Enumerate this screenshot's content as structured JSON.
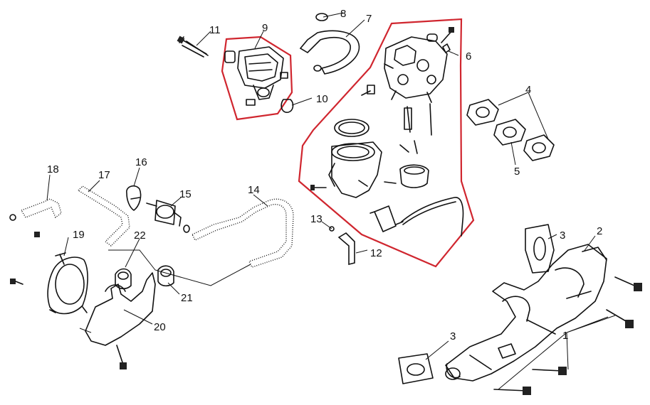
{
  "diagram": {
    "highlight_color": "#d0262f",
    "ink_color": "#111111",
    "callouts": [
      {
        "id": "c1",
        "text": "1"
      },
      {
        "id": "c2",
        "text": "2"
      },
      {
        "id": "c3a",
        "text": "3"
      },
      {
        "id": "c3b",
        "text": "3"
      },
      {
        "id": "c4",
        "text": "4"
      },
      {
        "id": "c5",
        "text": "5"
      },
      {
        "id": "c6",
        "text": "6"
      },
      {
        "id": "c7",
        "text": "7"
      },
      {
        "id": "c8",
        "text": "8"
      },
      {
        "id": "c9",
        "text": "9"
      },
      {
        "id": "c10",
        "text": "10"
      },
      {
        "id": "c11",
        "text": "11"
      },
      {
        "id": "c12",
        "text": "12"
      },
      {
        "id": "c13",
        "text": "13"
      },
      {
        "id": "c14",
        "text": "14"
      },
      {
        "id": "c15",
        "text": "15"
      },
      {
        "id": "c16",
        "text": "16"
      },
      {
        "id": "c17",
        "text": "17"
      },
      {
        "id": "c18",
        "text": "18"
      },
      {
        "id": "c19",
        "text": "19"
      },
      {
        "id": "c20",
        "text": "20"
      },
      {
        "id": "c21",
        "text": "21"
      },
      {
        "id": "c22",
        "text": "22"
      }
    ]
  }
}
